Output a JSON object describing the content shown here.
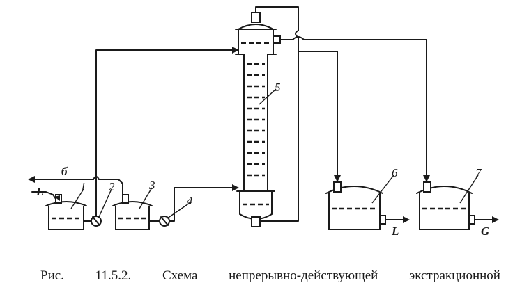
{
  "labels": {
    "n1": "1",
    "n2": "2",
    "n3": "3",
    "n4": "4",
    "n5": "5",
    "n6": "6",
    "n7": "7"
  },
  "streams": {
    "solvent_in": "б",
    "feed_in": "L",
    "raffinate_out": "L",
    "extract_out": "G"
  },
  "caption": [
    "Рис.",
    "11.5.2.",
    "Схема",
    "непрерывно-действующей",
    "экстракционной"
  ]
}
